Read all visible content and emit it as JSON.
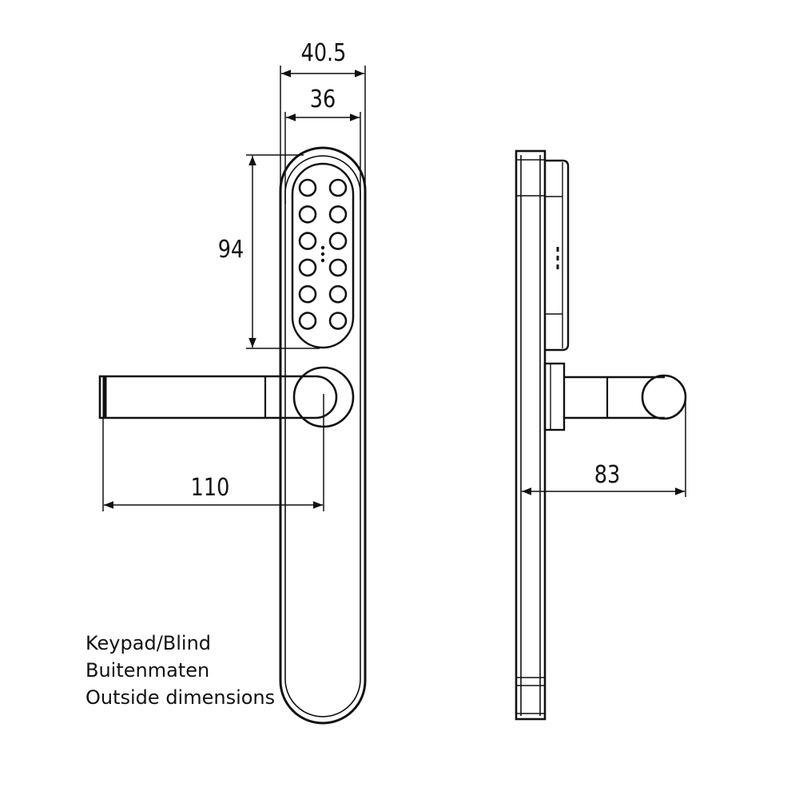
{
  "dimensions": {
    "overall_width": "40.5",
    "keypad_width": "36",
    "keypad_height": "94",
    "handle_length": "110",
    "handle_projection": "83"
  },
  "caption": {
    "line1": "Keypad/Blind",
    "line2": "Buitenmaten",
    "line3": "Outside dimensions"
  },
  "keypad": {
    "columns": 2,
    "rows": 6
  },
  "colors": {
    "line": "#111111",
    "background": "#ffffff"
  }
}
